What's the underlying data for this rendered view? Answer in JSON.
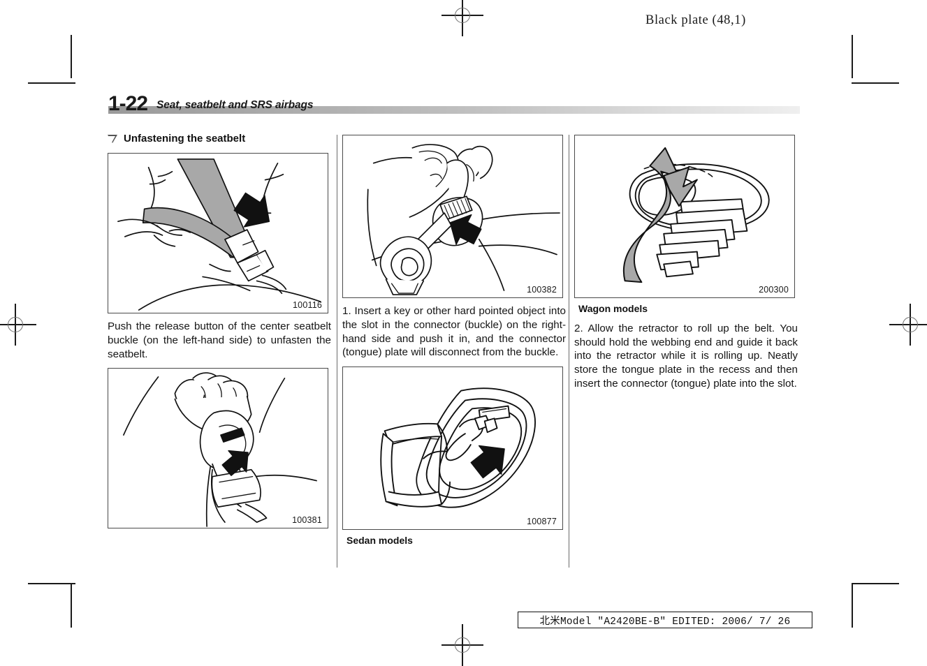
{
  "page": {
    "plate_label": "Black plate (48,1)",
    "page_number": "1-22",
    "section_title": "Seat, seatbelt and SRS airbags",
    "footer_stamp": "北米Model \"A2420BE-B\"  EDITED:  2006/ 7/ 26"
  },
  "columns": {
    "col1": {
      "heading": "Unfastening the seatbelt",
      "figure1_id": "100116",
      "paragraph1": "Push the release button of the center seatbelt buckle (on the left-hand side) to unfasten the seatbelt.",
      "figure2_id": "100381"
    },
    "col2": {
      "figure1_id": "100382",
      "paragraph1": "1. Insert a key or other hard pointed object into the slot in the connector (buckle) on the right-hand side and push it in, and the connector (tongue) plate will disconnect from the buckle.",
      "figure2_id": "100877",
      "figure2_caption": "Sedan models"
    },
    "col3": {
      "figure1_id": "200300",
      "figure1_caption": "Wagon models",
      "paragraph1": "2. Allow the retractor to roll up the belt. You should hold the webbing end and guide it back into the retractor while it is rolling up. Neatly store the tongue plate in the recess and then insert the connector (tongue) plate into the slot."
    }
  },
  "colors": {
    "belt_gray": "#a8a8a8",
    "rule_gray": "#9a9a9a",
    "ink": "#1a1a1a"
  }
}
